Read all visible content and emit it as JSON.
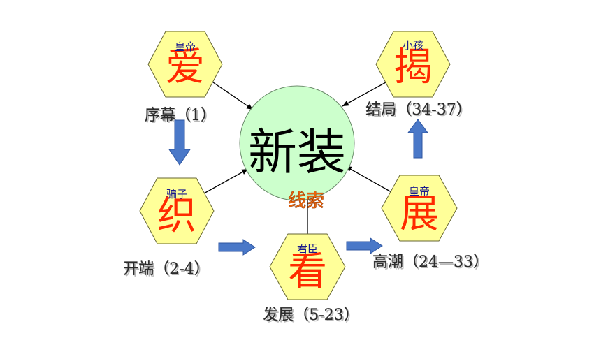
{
  "center": {
    "title": "新装",
    "subtitle": "线索"
  },
  "nodes": [
    {
      "id": "emperor-love",
      "char": "爱",
      "role": "皇帝",
      "stage": "序幕（1）"
    },
    {
      "id": "child-reveal",
      "char": "揭",
      "role": "小孩",
      "stage": "结局（34-37）"
    },
    {
      "id": "swindler-weave",
      "char": "织",
      "role": "骗子",
      "stage": "开端（2-4）"
    },
    {
      "id": "officials-look",
      "char": "看",
      "role": "君臣",
      "stage": "发展（5-23）"
    },
    {
      "id": "emperor-show",
      "char": "展",
      "role": "皇帝",
      "stage": "高潮（24—33）"
    }
  ],
  "colors": {
    "hexagon_fill": "#ffff99",
    "center_fill": "#ccffcc",
    "big_char": "#ff2a00",
    "role_text": "#1a1a8c",
    "flow_arrow": "#4a78c8",
    "clue_text": "#e8640c"
  }
}
